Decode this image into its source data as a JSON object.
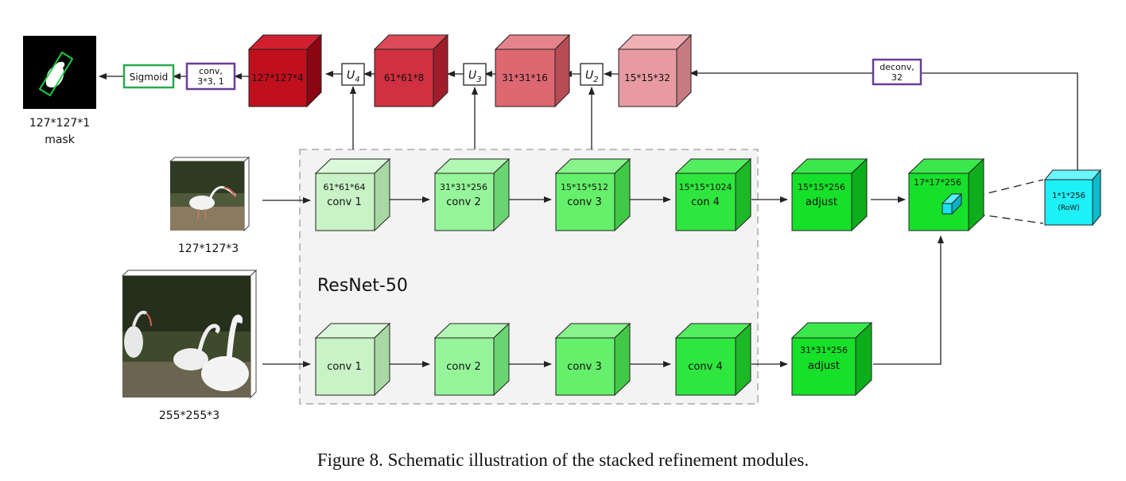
{
  "caption": "Figure 8. Schematic illustration of the stacked refinement modules.",
  "backbone_label": "ResNet-50",
  "images": {
    "mask_size": "127*127*1",
    "mask_label": "mask",
    "exemplar_size": "127*127*3",
    "search_size": "255*255*3"
  },
  "ops": {
    "sigmoid": "Sigmoid",
    "conv_line1": "conv,",
    "conv_line2": "3*3, 1",
    "deconv_line1": "deconv,",
    "deconv_line2": "32"
  },
  "upsample": [
    {
      "base": "U",
      "sub": "4"
    },
    {
      "base": "U",
      "sub": "3"
    },
    {
      "base": "U",
      "sub": "2"
    }
  ],
  "refine_blocks": [
    "127*127*4",
    "61*61*8",
    "31*31*16",
    "15*15*32"
  ],
  "top_row": [
    {
      "dim": "61*61*64",
      "name": "conv 1"
    },
    {
      "dim": "31*31*256",
      "name": "conv 2"
    },
    {
      "dim": "15*15*512",
      "name": "conv 3"
    },
    {
      "dim": "15*15*1024",
      "name": "con 4"
    },
    {
      "dim": "15*15*256",
      "name": "adjust"
    }
  ],
  "bottom_row": [
    {
      "name": "conv 1"
    },
    {
      "name": "conv 2"
    },
    {
      "name": "conv 3"
    },
    {
      "name": "conv 4"
    },
    {
      "dim": "31*31*256",
      "name": "adjust"
    }
  ],
  "corr_block": "17*17*256",
  "row_block": {
    "line1": "1*1*256",
    "line2": "(RoW)"
  }
}
